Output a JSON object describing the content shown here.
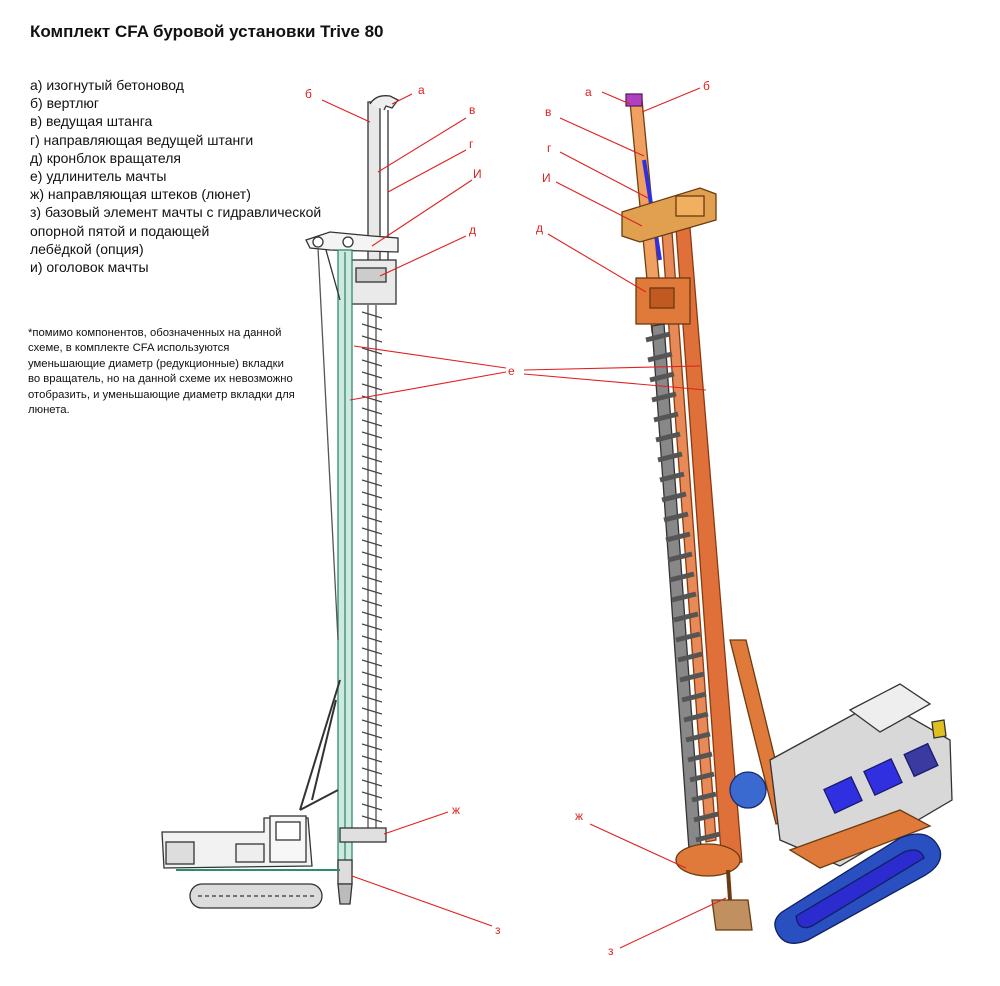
{
  "title": "Комплект CFA буровой установки Trive 80",
  "legend": [
    "а) изогнутый бетоновод",
    "б) вертлюг",
    "в) ведущая штанга",
    "г) направляющая ведущей штанги",
    "д) кронблок вращателя",
    "е) удлинитель мачты",
    "ж) направляющая штеков (люнет)",
    "з) базовый элемент мачты с гидравлической",
    "опорной пятой и подающей",
    "лебёдкой  (опция)",
    "и) оголовок мачты"
  ],
  "note": "*помимо компонентов, обозначенных на данной схеме, в комплекте CFA используются уменьшающие диаметр (редукционные) вкладки во вращатель, но на данной схеме их невозможно отобразить, и уменьшающие диаметр вкладки для люнета.",
  "callouts": {
    "a": "а",
    "b": "б",
    "v": "в",
    "g": "г",
    "i": "И",
    "d": "д",
    "e": "е",
    "zh": "ж",
    "z": "з"
  },
  "colors": {
    "callout": "#e02020",
    "left_rig_stroke": "#333333",
    "left_mast_fill": "#cfe8e0",
    "left_mast_accent": "#2e8b6e",
    "right_mast": "#e0703a",
    "right_track": "#2a4fc0",
    "right_track_inner": "#2b2bd0",
    "right_cab": "#d8d8d8",
    "right_window": "#3030e0",
    "auger": "#555555"
  }
}
